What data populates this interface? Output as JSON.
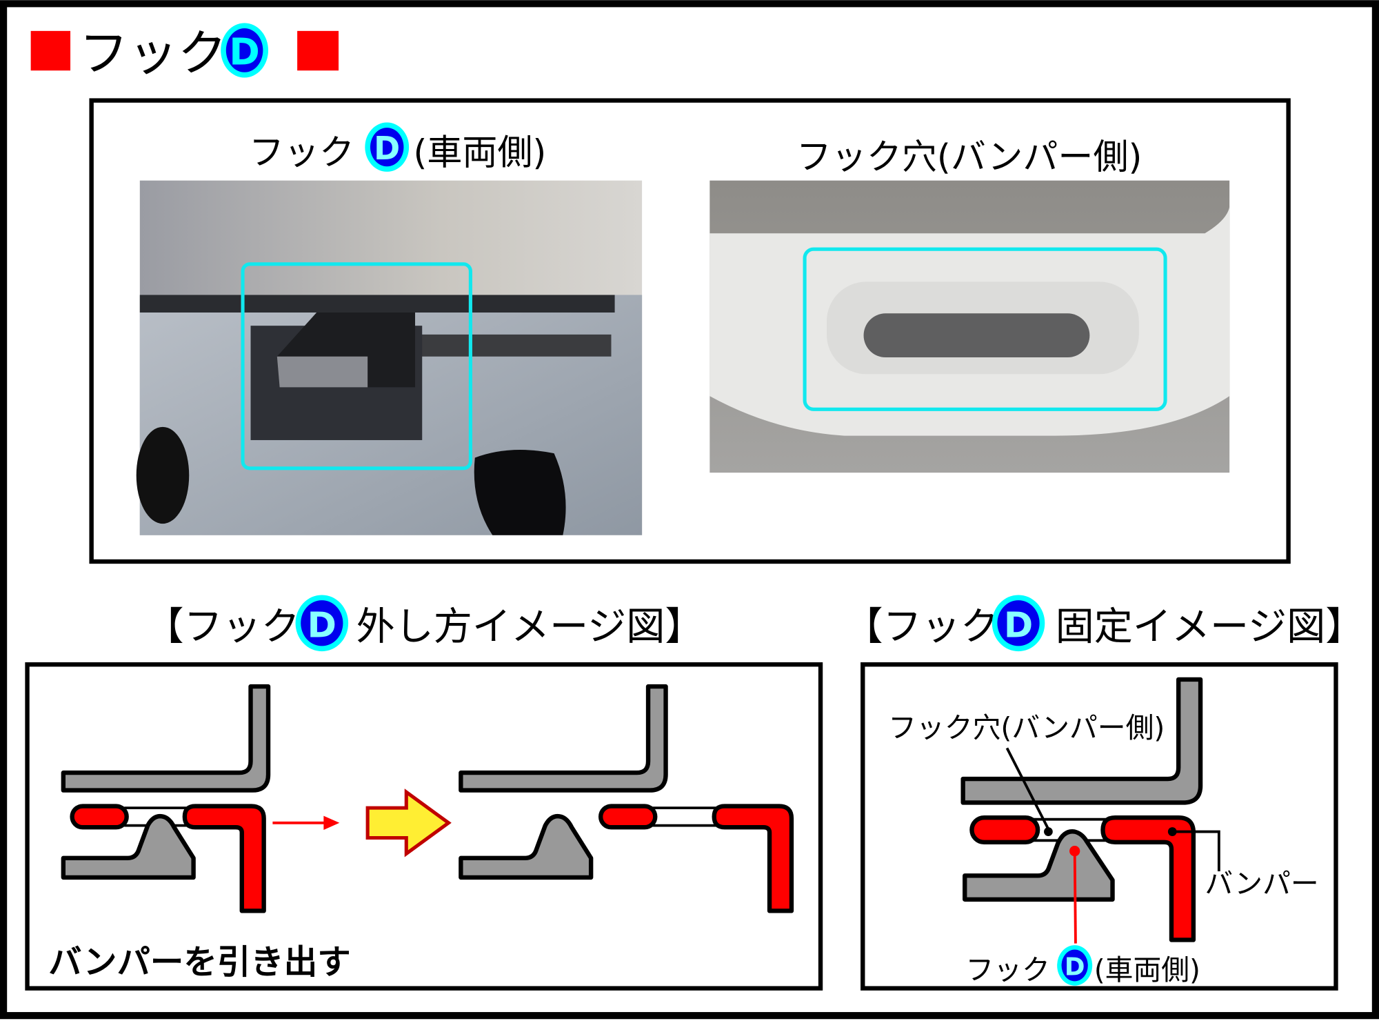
{
  "title": {
    "text": "フック",
    "badge": "D"
  },
  "photos": {
    "hook_label": "フック",
    "hook_badge": "D",
    "hook_suffix": "(車両側)",
    "hole_label": "フック穴(バンパー側)"
  },
  "removal": {
    "heading_prefix": "【フック",
    "heading_badge": "D",
    "heading_suffix": "外し方イメージ図】",
    "caption": "バンパーを引き出す"
  },
  "fixed": {
    "heading_prefix": "【フック",
    "heading_badge": "D",
    "heading_suffix": "固定イメージ図】",
    "hole_label": "フック穴(バンパー側)",
    "bumper_label": "バンパー",
    "hook_label": "フック",
    "hook_badge": "D",
    "hook_suffix": "(車両側)"
  },
  "colors": {
    "accent_red": "#ff0000",
    "badge_blue": "#0000ee",
    "badge_cyan": "#00ffff",
    "part_gray": "#999999",
    "arrow_yellow": "#ffee33"
  }
}
